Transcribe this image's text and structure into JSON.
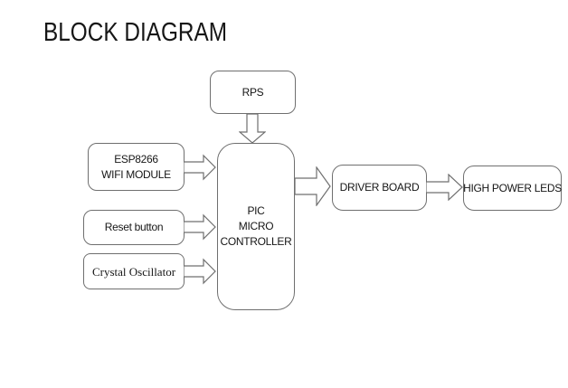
{
  "title": "BLOCK DIAGRAM",
  "colors": {
    "background": "#ffffff",
    "border": "#6f6f6f",
    "text": "#161616"
  },
  "blocks": {
    "rps": {
      "label": "RPS"
    },
    "esp": {
      "line1": "ESP8266",
      "line2": "WIFI MODULE"
    },
    "reset": {
      "label": "Reset button"
    },
    "crystal": {
      "label": "Crystal Oscillator"
    },
    "pic": {
      "line1": "PIC",
      "line2": "MICRO",
      "line3": "CONTROLLER"
    },
    "driver": {
      "label": "DRIVER BOARD"
    },
    "leds": {
      "label": "HIGH POWER LEDS"
    }
  }
}
